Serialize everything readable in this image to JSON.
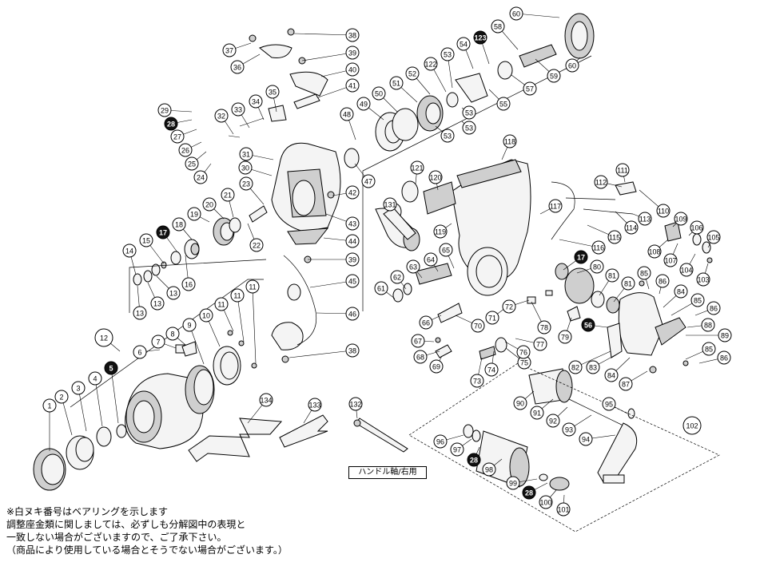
{
  "notes": {
    "line1": "※白ヌキ番号はベアリングを示します",
    "line2": "調整座金類に関しましては、必ずしも分解図中の表現と",
    "line3": "一致しない場合がございますので、ご了承下さい。",
    "line4": "（商品により使用している場合とそうでない場合がございます。）"
  },
  "handle_shaft_label": "ハンドル軸/右用",
  "callouts": [
    {
      "id": "c1",
      "label": "1"
    },
    {
      "id": "c2",
      "label": "2"
    },
    {
      "id": "c3",
      "label": "3"
    },
    {
      "id": "c4",
      "label": "4"
    },
    {
      "id": "c5",
      "label": "5",
      "bearing": true
    },
    {
      "id": "c6",
      "label": "6"
    },
    {
      "id": "c7",
      "label": "7"
    },
    {
      "id": "c8",
      "label": "8"
    },
    {
      "id": "c9",
      "label": "9"
    },
    {
      "id": "c10",
      "label": "10"
    },
    {
      "id": "c11a",
      "label": "11"
    },
    {
      "id": "c11b",
      "label": "11"
    },
    {
      "id": "c11c",
      "label": "11"
    },
    {
      "id": "c12",
      "label": "12"
    },
    {
      "id": "c13a",
      "label": "13"
    },
    {
      "id": "c13b",
      "label": "13"
    },
    {
      "id": "c13c",
      "label": "13"
    },
    {
      "id": "c14",
      "label": "14"
    },
    {
      "id": "c15",
      "label": "15"
    },
    {
      "id": "c16",
      "label": "16"
    },
    {
      "id": "c17a",
      "label": "17",
      "bearing": true
    },
    {
      "id": "c18",
      "label": "18"
    },
    {
      "id": "c19",
      "label": "19"
    },
    {
      "id": "c20",
      "label": "20"
    },
    {
      "id": "c21",
      "label": "21"
    },
    {
      "id": "c22",
      "label": "22"
    },
    {
      "id": "c23",
      "label": "23"
    },
    {
      "id": "c24",
      "label": "24"
    },
    {
      "id": "c25",
      "label": "25"
    },
    {
      "id": "c26",
      "label": "26"
    },
    {
      "id": "c27",
      "label": "27"
    },
    {
      "id": "c28a",
      "label": "28",
      "bearing": true
    },
    {
      "id": "c29",
      "label": "29"
    },
    {
      "id": "c30",
      "label": "30"
    },
    {
      "id": "c31",
      "label": "31"
    },
    {
      "id": "c32",
      "label": "32"
    },
    {
      "id": "c33",
      "label": "33"
    },
    {
      "id": "c34",
      "label": "34"
    },
    {
      "id": "c35",
      "label": "35"
    },
    {
      "id": "c36",
      "label": "36"
    },
    {
      "id": "c37",
      "label": "37"
    },
    {
      "id": "c38a",
      "label": "38"
    },
    {
      "id": "c39a",
      "label": "39"
    },
    {
      "id": "c40",
      "label": "40"
    },
    {
      "id": "c41",
      "label": "41"
    },
    {
      "id": "c42",
      "label": "42"
    },
    {
      "id": "c43",
      "label": "43"
    },
    {
      "id": "c44",
      "label": "44"
    },
    {
      "id": "c39b",
      "label": "39"
    },
    {
      "id": "c45",
      "label": "45"
    },
    {
      "id": "c46",
      "label": "46"
    },
    {
      "id": "c38b",
      "label": "38"
    },
    {
      "id": "c47",
      "label": "47"
    },
    {
      "id": "c48",
      "label": "48"
    },
    {
      "id": "c49",
      "label": "49"
    },
    {
      "id": "c50",
      "label": "50"
    },
    {
      "id": "c51",
      "label": "51"
    },
    {
      "id": "c52",
      "label": "52"
    },
    {
      "id": "c53a",
      "label": "53"
    },
    {
      "id": "c53b",
      "label": "53"
    },
    {
      "id": "c53c",
      "label": "53"
    },
    {
      "id": "c53d",
      "label": "53"
    },
    {
      "id": "c54",
      "label": "54"
    },
    {
      "id": "c55",
      "label": "55"
    },
    {
      "id": "c57",
      "label": "57"
    },
    {
      "id": "c58",
      "label": "58"
    },
    {
      "id": "c59",
      "label": "59"
    },
    {
      "id": "c60a",
      "label": "60"
    },
    {
      "id": "c60b",
      "label": "60"
    },
    {
      "id": "c122",
      "label": "122"
    },
    {
      "id": "c123",
      "label": "123",
      "bearing": true
    },
    {
      "id": "c61",
      "label": "61"
    },
    {
      "id": "c62",
      "label": "62"
    },
    {
      "id": "c63",
      "label": "63"
    },
    {
      "id": "c64",
      "label": "64"
    },
    {
      "id": "c65",
      "label": "65"
    },
    {
      "id": "c66",
      "label": "66"
    },
    {
      "id": "c67",
      "label": "67"
    },
    {
      "id": "c68",
      "label": "68"
    },
    {
      "id": "c69",
      "label": "69"
    },
    {
      "id": "c70",
      "label": "70"
    },
    {
      "id": "c71",
      "label": "71"
    },
    {
      "id": "c72",
      "label": "72"
    },
    {
      "id": "c73",
      "label": "73"
    },
    {
      "id": "c74",
      "label": "74"
    },
    {
      "id": "c75",
      "label": "75"
    },
    {
      "id": "c76",
      "label": "76"
    },
    {
      "id": "c77",
      "label": "77"
    },
    {
      "id": "c78",
      "label": "78"
    },
    {
      "id": "c79",
      "label": "79"
    },
    {
      "id": "c80",
      "label": "80"
    },
    {
      "id": "c81a",
      "label": "81"
    },
    {
      "id": "c81b",
      "label": "81"
    },
    {
      "id": "c82",
      "label": "82"
    },
    {
      "id": "c83",
      "label": "83"
    },
    {
      "id": "c84a",
      "label": "84"
    },
    {
      "id": "c84b",
      "label": "84"
    },
    {
      "id": "c85a",
      "label": "85"
    },
    {
      "id": "c85b",
      "label": "85"
    },
    {
      "id": "c85c",
      "label": "85"
    },
    {
      "id": "c86a",
      "label": "86"
    },
    {
      "id": "c86b",
      "label": "86"
    },
    {
      "id": "c86c",
      "label": "86"
    },
    {
      "id": "c87",
      "label": "87"
    },
    {
      "id": "c88",
      "label": "88"
    },
    {
      "id": "c89",
      "label": "89"
    },
    {
      "id": "c17b",
      "label": "17",
      "bearing": true
    },
    {
      "id": "c56",
      "label": "56",
      "bearing": true
    },
    {
      "id": "c90",
      "label": "90"
    },
    {
      "id": "c91",
      "label": "91"
    },
    {
      "id": "c92",
      "label": "92"
    },
    {
      "id": "c93",
      "label": "93"
    },
    {
      "id": "c94",
      "label": "94"
    },
    {
      "id": "c95",
      "label": "95"
    },
    {
      "id": "c96",
      "label": "96"
    },
    {
      "id": "c97",
      "label": "97"
    },
    {
      "id": "c28b",
      "label": "28",
      "bearing": true
    },
    {
      "id": "c98",
      "label": "98"
    },
    {
      "id": "c99",
      "label": "99"
    },
    {
      "id": "c28c",
      "label": "28",
      "bearing": true
    },
    {
      "id": "c100",
      "label": "100"
    },
    {
      "id": "c101",
      "label": "101"
    },
    {
      "id": "c102",
      "label": "102"
    },
    {
      "id": "c103",
      "label": "103"
    },
    {
      "id": "c104",
      "label": "104"
    },
    {
      "id": "c105",
      "label": "105"
    },
    {
      "id": "c106",
      "label": "106"
    },
    {
      "id": "c107",
      "label": "107"
    },
    {
      "id": "c108",
      "label": "108"
    },
    {
      "id": "c109",
      "label": "109"
    },
    {
      "id": "c110",
      "label": "110"
    },
    {
      "id": "c111",
      "label": "111"
    },
    {
      "id": "c112",
      "label": "112"
    },
    {
      "id": "c113",
      "label": "113"
    },
    {
      "id": "c114",
      "label": "114"
    },
    {
      "id": "c115",
      "label": "115"
    },
    {
      "id": "c116",
      "label": "116"
    },
    {
      "id": "c117",
      "label": "117"
    },
    {
      "id": "c118",
      "label": "118"
    },
    {
      "id": "c119",
      "label": "119"
    },
    {
      "id": "c120",
      "label": "120"
    },
    {
      "id": "c121",
      "label": "121"
    },
    {
      "id": "c131",
      "label": "131"
    },
    {
      "id": "c132",
      "label": "132"
    },
    {
      "id": "c133",
      "label": "133"
    },
    {
      "id": "c134",
      "label": "134"
    }
  ]
}
